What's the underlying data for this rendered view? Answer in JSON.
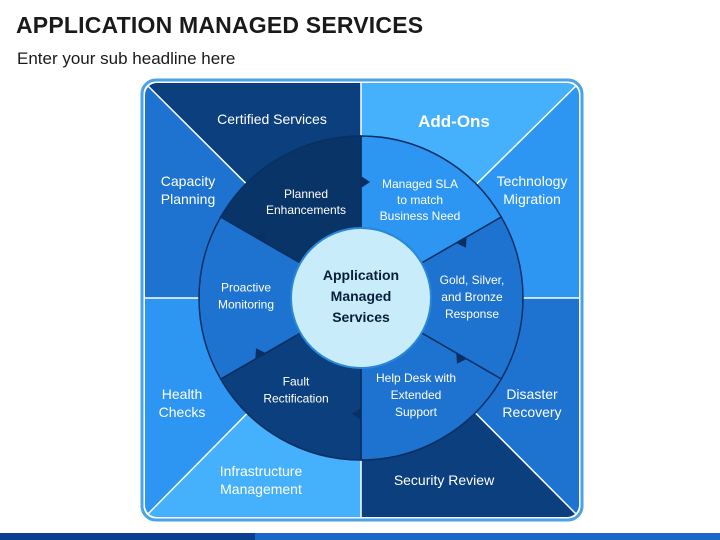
{
  "header": {
    "title": "APPLICATION MANAGED SERVICES",
    "subtitle": "Enter your sub headline here"
  },
  "center": {
    "label_lines": [
      "Application",
      "Managed",
      "Services"
    ]
  },
  "outer_panels": {
    "certified_services": [
      "Certified Services"
    ],
    "add_ons": [
      "Add-Ons"
    ],
    "capacity_planning": [
      "Capacity",
      "Planning"
    ],
    "technology_migration": [
      "Technology",
      "Migration"
    ],
    "health_checks": [
      "Health",
      "Checks"
    ],
    "disaster_recovery": [
      "Disaster",
      "Recovery"
    ],
    "infrastructure_management": [
      "Infrastructure",
      "Management"
    ],
    "security_review": [
      "Security Review"
    ]
  },
  "ring_segments": {
    "planned_enhancements": [
      "Planned",
      "Enhancements"
    ],
    "managed_sla": [
      "Managed SLA",
      "to match",
      "Business Need"
    ],
    "gold_silver_bronze": [
      "Gold, Silver,",
      "and Bronze",
      "Response"
    ],
    "help_desk": [
      "Help Desk with",
      "Extended",
      "Support"
    ],
    "fault_rectification": [
      "Fault",
      "Rectification"
    ],
    "proactive_monitoring": [
      "Proactive",
      "Monitoring"
    ]
  },
  "colors": {
    "dark_navy": "#0b3f7d",
    "medium_blue": "#1e73d0",
    "bright_blue": "#2d95f2",
    "light_blue": "#45b0fb",
    "border": "#4aa3e6",
    "center_fill": "#c9ecfb",
    "center_stroke": "#2a88d6",
    "text_light": "#ffffff",
    "text_dark": "#0a1e3a"
  }
}
